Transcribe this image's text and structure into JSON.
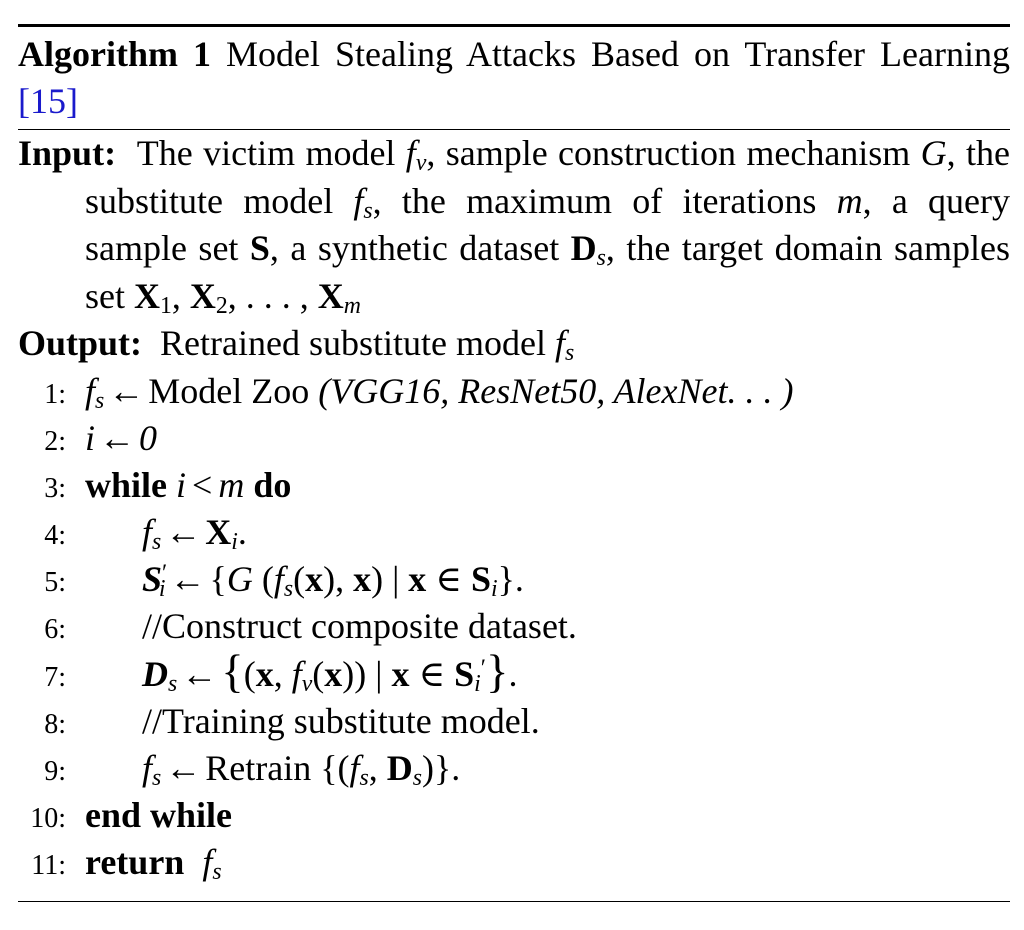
{
  "algorithm": {
    "label": "Algorithm 1",
    "title": "Model Stealing Attacks Based on Transfer Learning",
    "citation": "[15]",
    "citation_color": "#1a1acc"
  },
  "io": {
    "input_label": "Input:",
    "input_text": "The victim model f_v, sample construction mechanism G, the substitute model f_s, the maximum of iterations m, a query sample set S, a synthetic dataset D_s, the target domain samples set X_1, X_2, . . . , X_m",
    "output_label": "Output:",
    "output_text": "Retrained substitute model f_s"
  },
  "steps": [
    {
      "num": "1:"
    },
    {
      "num": "2:"
    },
    {
      "num": "3:"
    },
    {
      "num": "4:"
    },
    {
      "num": "5:"
    },
    {
      "num": "6:",
      "comment": "//Construct composite dataset."
    },
    {
      "num": "7:"
    },
    {
      "num": "8:",
      "comment": "//Training substitute model."
    },
    {
      "num": "9:"
    },
    {
      "num": "10:"
    },
    {
      "num": "11:"
    }
  ],
  "keywords": {
    "while": "while",
    "do": "do",
    "end_while": "end while",
    "return": "return"
  },
  "text": {
    "model_zoo": "Model Zoo",
    "model_zoo_list": "(VGG16, ResNet50, AlexNet. . . )",
    "retrain": "Retrain"
  }
}
